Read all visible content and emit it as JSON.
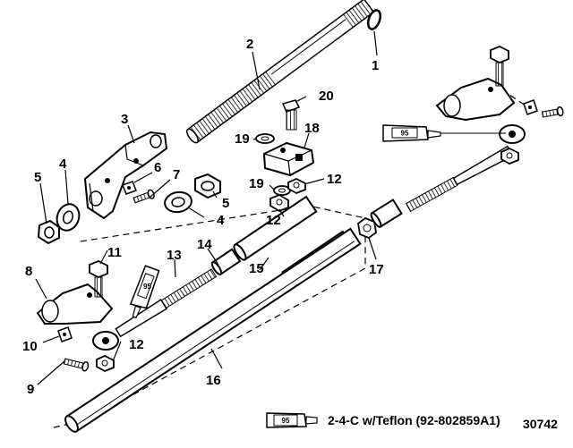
{
  "callouts": {
    "c1": "1",
    "c2": "2",
    "c3": "3",
    "c4a": "4",
    "c4b": "4",
    "c5a": "5",
    "c5b": "5",
    "c6": "6",
    "c7": "7",
    "c8": "8",
    "c9": "9",
    "c10": "10",
    "c11": "11",
    "c12a": "12",
    "c12b": "12",
    "c12c": "12",
    "c13": "13",
    "c14": "14",
    "c15": "15",
    "c16": "16",
    "c17": "17",
    "c18": "18",
    "c19a": "19",
    "c19b": "19",
    "c20": "20"
  },
  "lube_tube_label": "95",
  "legend": {
    "tube_label": "95",
    "text": "2-4-C w/Teflon (92-802859A1)"
  },
  "figure_number": "30742",
  "colors": {
    "ink": "#000000",
    "paper": "#ffffff",
    "shade": "#d9d9d9"
  }
}
